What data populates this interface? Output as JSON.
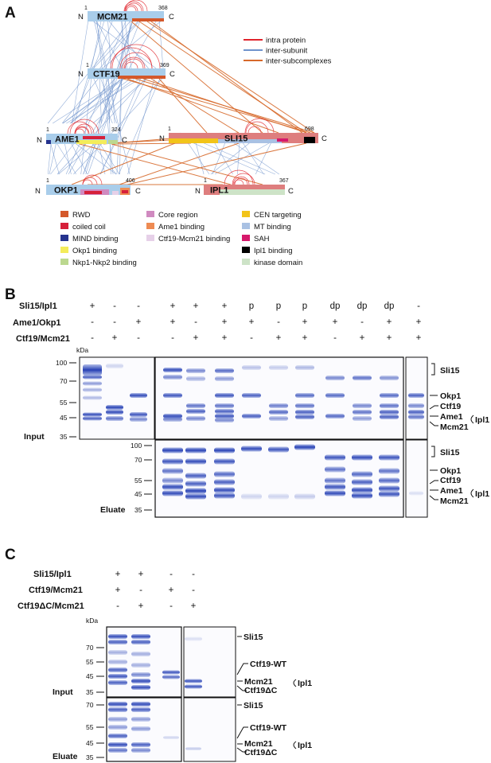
{
  "panelA": {
    "letter": "A",
    "proteins": [
      {
        "name": "MCM21",
        "start": "1",
        "end": "368",
        "n": "N",
        "c": "C"
      },
      {
        "name": "CTF19",
        "start": "1",
        "end": "369",
        "n": "N",
        "c": "C"
      },
      {
        "name": "AME1",
        "start": "1",
        "end": "324",
        "n": "N",
        "c": "C"
      },
      {
        "name": "SLI15",
        "start": "1",
        "end": "698",
        "n": "N",
        "c": "C"
      },
      {
        "name": "OKP1",
        "start": "1",
        "end": "406",
        "n": "N",
        "c": "C"
      },
      {
        "name": "IPL1",
        "start": "1",
        "end": "367",
        "n": "N",
        "c": "C"
      }
    ],
    "link_legend": [
      {
        "label": "intra protein",
        "color": "#e0242c"
      },
      {
        "label": "inter-subunit",
        "color": "#6f93cc"
      },
      {
        "label": "inter-subcomplexes",
        "color": "#d7692a"
      }
    ],
    "domain_legend": [
      {
        "label": "RWD",
        "color": "#d4582a"
      },
      {
        "label": "coiled coil",
        "color": "#d6203a"
      },
      {
        "label": "MIND binding",
        "color": "#25338e"
      },
      {
        "label": "Okp1 binding",
        "color": "#f4ec5a"
      },
      {
        "label": "Nkp1-Nkp2 binding",
        "color": "#bcd88f"
      },
      {
        "label": "Core region",
        "color": "#d08ac0"
      },
      {
        "label": "Ame1 binding",
        "color": "#ee8b53"
      },
      {
        "label": "Ctf19-Mcm21 binding",
        "color": "#e6d0e8"
      },
      {
        "label": "CEN targeting",
        "color": "#f2c419"
      },
      {
        "label": "MT binding",
        "color": "#a9c1e3"
      },
      {
        "label": "SAH",
        "color": "#d6196b"
      },
      {
        "label": "Ipl1 binding",
        "color": "#000000"
      },
      {
        "label": "kinase domain",
        "color": "#cde3c7"
      }
    ],
    "colors": {
      "protein_blue": "#a9cdea",
      "protein_red": "#de7e7e"
    }
  },
  "panelB": {
    "letter": "B",
    "rows": [
      {
        "label": "Sli15/Ipl1",
        "values": [
          "+",
          "-",
          "-",
          "+",
          "+",
          "+",
          "p",
          "p",
          "p",
          "dp",
          "dp",
          "dp",
          "-"
        ]
      },
      {
        "label": "Ame1/Okp1",
        "values": [
          "-",
          "-",
          "+",
          "+",
          "-",
          "+",
          "+",
          "-",
          "+",
          "+",
          "-",
          "+",
          "+"
        ]
      },
      {
        "label": "Ctf19/Mcm21",
        "values": [
          "-",
          "+",
          "-",
          "-",
          "+",
          "+",
          "-",
          "+",
          "+",
          "-",
          "+",
          "+",
          "+"
        ]
      }
    ],
    "kda": "kDa",
    "input_markers": [
      "100",
      "70",
      "55",
      "45",
      "35"
    ],
    "eluate_markers": [
      "100",
      "70",
      "55",
      "45",
      "35"
    ],
    "input_label": "Input",
    "eluate_label": "Eluate",
    "band_labels": [
      "Sli15",
      "Okp1",
      "Ctf19",
      "Ame1",
      "Mcm21",
      "Ipl1"
    ]
  },
  "panelC": {
    "letter": "C",
    "rows": [
      {
        "label": "Sli15/Ipl1",
        "values": [
          "+",
          "+",
          "-",
          "-"
        ]
      },
      {
        "label": "Ctf19/Mcm21",
        "values": [
          "+",
          "-",
          "+",
          "-"
        ]
      },
      {
        "label": "Ctf19ΔC/Mcm21",
        "values": [
          "-",
          "+",
          "-",
          "+"
        ]
      }
    ],
    "kda": "kDa",
    "input_markers": [
      "70",
      "55",
      "45",
      "35"
    ],
    "eluate_markers": [
      "70",
      "55",
      "45",
      "35"
    ],
    "input_label": "Input",
    "eluate_label": "Eluate",
    "input_bands": [
      "Sli15",
      "Ctf19-WT",
      "Mcm21",
      "Ctf19ΔC",
      "Ipl1"
    ],
    "eluate_bands": [
      "Sli15",
      "Ctf19-WT",
      "Mcm21",
      "Ctf19ΔC",
      "Ipl1"
    ]
  }
}
